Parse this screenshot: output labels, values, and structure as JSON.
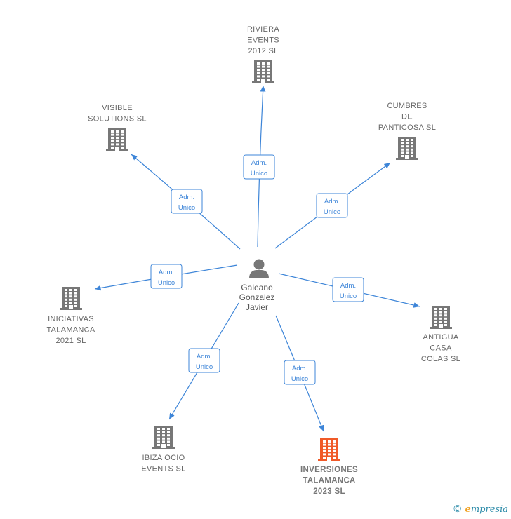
{
  "center": {
    "label": [
      "Galeano",
      "Gonzalez",
      "Javier"
    ]
  },
  "edge_label": [
    "Adm.",
    "Unico"
  ],
  "companies": [
    {
      "id": "riviera",
      "label": [
        "RIVIERA",
        "EVENTS",
        "2012 SL"
      ],
      "color": "#777777",
      "highlight": false
    },
    {
      "id": "visible",
      "label": [
        "VISIBLE",
        "SOLUTIONS SL"
      ],
      "color": "#777777",
      "highlight": false
    },
    {
      "id": "cumbres",
      "label": [
        "CUMBRES",
        "DE",
        "PANTICOSA SL"
      ],
      "color": "#777777",
      "highlight": false
    },
    {
      "id": "iniciativas",
      "label": [
        "INICIATIVAS",
        "TALAMANCA",
        "2021  SL"
      ],
      "color": "#777777",
      "highlight": false
    },
    {
      "id": "antigua",
      "label": [
        "ANTIGUA",
        "CASA",
        "COLAS  SL"
      ],
      "color": "#777777",
      "highlight": false
    },
    {
      "id": "ibiza",
      "label": [
        "IBIZA OCIO",
        "EVENTS  SL"
      ],
      "color": "#777777",
      "highlight": false
    },
    {
      "id": "inversiones",
      "label": [
        "INVERSIONES",
        "TALAMANCA",
        "2023  SL"
      ],
      "color": "#f05a28",
      "highlight": true
    }
  ],
  "footer": {
    "copyright_symbol": "©",
    "brand_first": "e",
    "brand_rest": "mpresia"
  }
}
